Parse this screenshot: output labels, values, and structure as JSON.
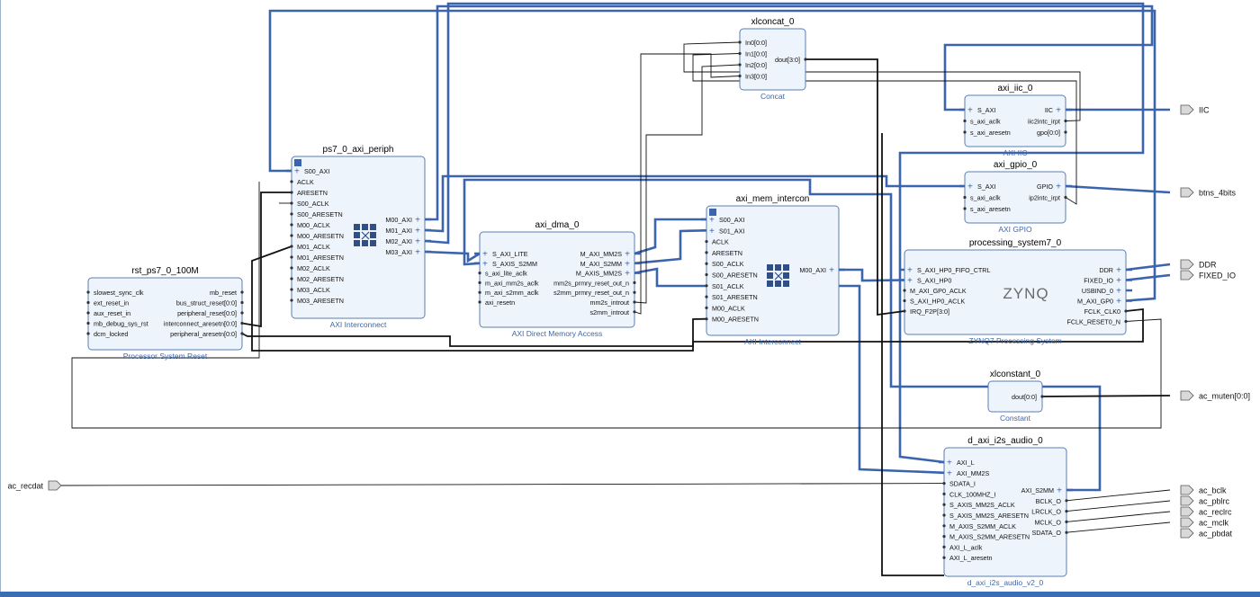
{
  "blocks": [
    {
      "id": "rst",
      "title": "rst_ps7_0_100M",
      "subtitle": "Processor System Reset",
      "left": [
        "slowest_sync_clk",
        "ext_reset_in",
        "aux_reset_in",
        "mb_debug_sys_rst",
        "dcm_locked"
      ],
      "right": [
        "mb_reset",
        "bus_struct_reset[0:0]",
        "peripheral_reset[0:0]",
        "interconnect_aresetn[0:0]",
        "peripheral_aresetn[0:0]"
      ]
    },
    {
      "id": "periph",
      "title": "ps7_0_axi_periph",
      "subtitle": "AXI Interconnect",
      "left": [
        "S00_AXI",
        "ACLK",
        "ARESETN",
        "S00_ACLK",
        "S00_ARESETN",
        "M00_ACLK",
        "M00_ARESETN",
        "M01_ACLK",
        "M01_ARESETN",
        "M02_ACLK",
        "M02_ARESETN",
        "M03_ACLK",
        "M03_ARESETN"
      ],
      "right": [
        "M00_AXI",
        "M01_AXI",
        "M02_AXI",
        "M03_AXI"
      ]
    },
    {
      "id": "dma",
      "title": "axi_dma_0",
      "subtitle": "AXI Direct Memory Access",
      "left": [
        "S_AXI_LITE",
        "S_AXIS_S2MM",
        "s_axi_lite_aclk",
        "m_axi_mm2s_aclk",
        "m_axi_s2mm_aclk",
        "axi_resetn"
      ],
      "right": [
        "M_AXI_MM2S",
        "M_AXI_S2MM",
        "M_AXIS_MM2S",
        "mm2s_prmry_reset_out_n",
        "s2mm_prmry_reset_out_n",
        "mm2s_introut",
        "s2mm_introut"
      ]
    },
    {
      "id": "mem",
      "title": "axi_mem_intercon",
      "subtitle": "AXI Interconnect",
      "left": [
        "S00_AXI",
        "S01_AXI",
        "ACLK",
        "ARESETN",
        "S00_ACLK",
        "S00_ARESETN",
        "S01_ACLK",
        "S01_ARESETN",
        "M00_ACLK",
        "M00_ARESETN"
      ],
      "right": [
        "M00_AXI"
      ]
    },
    {
      "id": "concat",
      "title": "xlconcat_0",
      "subtitle": "Concat",
      "left": [
        "In0[0:0]",
        "In1[0:0]",
        "In2[0:0]",
        "In3[0:0]"
      ],
      "right": [
        "dout[3:0]"
      ]
    },
    {
      "id": "iic",
      "title": "axi_iic_0",
      "subtitle": "AXI IIC",
      "left": [
        "S_AXI",
        "s_axi_aclk",
        "s_axi_aresetn"
      ],
      "right": [
        "IIC",
        "iic2intc_irpt",
        "gpo[0:0]"
      ]
    },
    {
      "id": "gpio",
      "title": "axi_gpio_0",
      "subtitle": "AXI GPIO",
      "left": [
        "S_AXI",
        "s_axi_aclk",
        "s_axi_aresetn"
      ],
      "right": [
        "GPIO",
        "ip2intc_irpt"
      ]
    },
    {
      "id": "ps",
      "title": "processing_system7_0",
      "subtitle": "ZYNQ7 Processing System",
      "logo": "ZYNQ",
      "left": [
        "S_AXI_HP0_FIFO_CTRL",
        "S_AXI_HP0",
        "M_AXI_GP0_ACLK",
        "S_AXI_HP0_ACLK",
        "IRQ_F2P[3:0]"
      ],
      "right": [
        "DDR",
        "FIXED_IO",
        "USBIND_0",
        "M_AXI_GP0",
        "FCLK_CLK0",
        "FCLK_RESET0_N"
      ]
    },
    {
      "id": "const",
      "title": "xlconstant_0",
      "subtitle": "Constant",
      "left": [],
      "right": [
        "dout[0:0]"
      ]
    },
    {
      "id": "i2s",
      "title": "d_axi_i2s_audio_0",
      "subtitle": "d_axi_i2s_audio_v2_0",
      "left": [
        "AXI_L",
        "AXI_MM2S",
        "SDATA_I",
        "CLK_100MHZ_I",
        "S_AXIS_MM2S_ACLK",
        "S_AXIS_MM2S_ARESETN",
        "M_AXIS_S2MM_ACLK",
        "M_AXIS_S2MM_ARESETN",
        "AXI_L_aclk",
        "AXI_L_aresetn"
      ],
      "right": [
        "AXI_S2MM",
        "BCLK_O",
        "LRCLK_O",
        "MCLK_O",
        "SDATA_O"
      ]
    }
  ],
  "ports": {
    "iic": "IIC",
    "btns": "btns_4bits",
    "ddr": "DDR",
    "fixed_io": "FIXED_IO",
    "mute": "ac_muten[0:0]",
    "recdat": "ac_recdat",
    "bclk": "ac_bclk",
    "pblrc": "ac_pblrc",
    "reclrc": "ac_reclrc",
    "mclk": "ac_mclk",
    "pbdat": "ac_pbdat"
  },
  "colors": {
    "block_fill": "#eef4fb",
    "block_border": "#5b7db3",
    "bus": "#3a64ae",
    "wire": "#111111",
    "title": "#000000",
    "subtitle": "#3e67a8"
  }
}
